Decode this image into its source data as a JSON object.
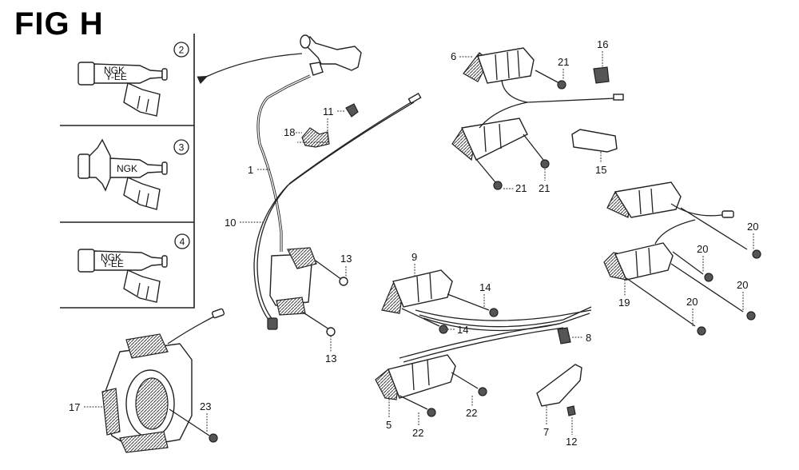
{
  "figure": {
    "title": "FIG H"
  },
  "inset_panel": {
    "variants": [
      {
        "ref": "2",
        "part_text": [
          "NGK",
          "Y-EE"
        ]
      },
      {
        "ref": "3",
        "part_text": [
          "NGK"
        ]
      },
      {
        "ref": "4",
        "part_text": [
          "NGK",
          "Y-EE"
        ]
      }
    ]
  },
  "callouts": [
    {
      "ref": "1",
      "part": "high-tension-cord"
    },
    {
      "ref": "5",
      "part": "ignition-coil-lower-center"
    },
    {
      "ref": "6",
      "part": "ignition-coil-top"
    },
    {
      "ref": "7",
      "part": "plate"
    },
    {
      "ref": "8",
      "part": "clip"
    },
    {
      "ref": "9",
      "part": "ignition-coil-center"
    },
    {
      "ref": "10",
      "part": "wire"
    },
    {
      "ref": "11",
      "part": "clamp"
    },
    {
      "ref": "12",
      "part": "nut"
    },
    {
      "ref": "13",
      "part": "bolt"
    },
    {
      "ref": "13",
      "part": "bolt"
    },
    {
      "ref": "14",
      "part": "bolt"
    },
    {
      "ref": "14",
      "part": "bolt"
    },
    {
      "ref": "15",
      "part": "bracket"
    },
    {
      "ref": "16",
      "part": "clip"
    },
    {
      "ref": "17",
      "part": "stator"
    },
    {
      "ref": "18",
      "part": "clamp"
    },
    {
      "ref": "19",
      "part": "ignition-coil-right"
    },
    {
      "ref": "20",
      "part": "bolt"
    },
    {
      "ref": "20",
      "part": "bolt"
    },
    {
      "ref": "20",
      "part": "bolt"
    },
    {
      "ref": "20",
      "part": "bolt"
    },
    {
      "ref": "21",
      "part": "bolt"
    },
    {
      "ref": "21",
      "part": "bolt"
    },
    {
      "ref": "21",
      "part": "bolt"
    },
    {
      "ref": "22",
      "part": "bolt"
    },
    {
      "ref": "22",
      "part": "bolt"
    },
    {
      "ref": "23",
      "part": "bolt"
    }
  ]
}
